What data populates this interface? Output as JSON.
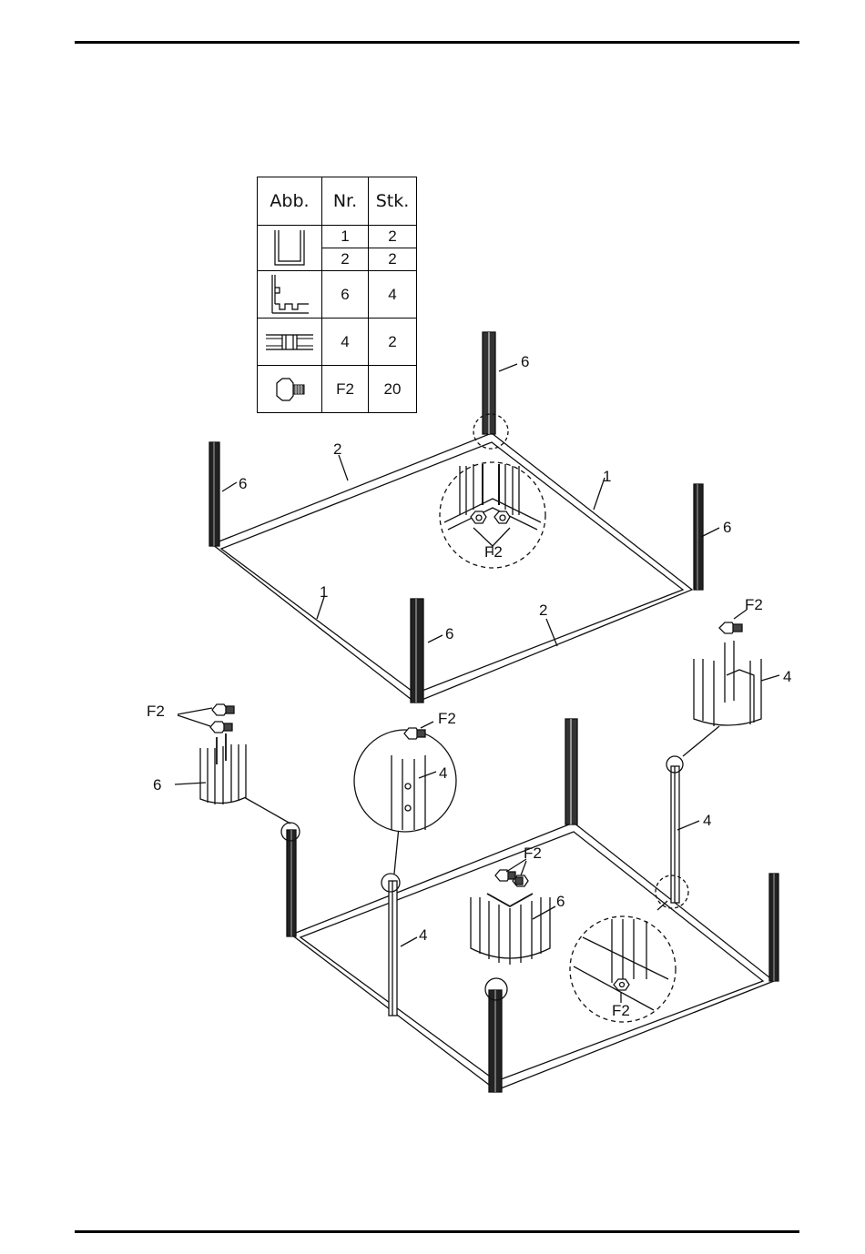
{
  "table": {
    "headers": [
      "Abb.",
      "Nr.",
      "Stk."
    ],
    "rows": [
      {
        "icon": "u-channel-profile-icon",
        "nr": "1",
        "stk": "2"
      },
      {
        "icon": "u-channel-profile-icon",
        "nr": "2",
        "stk": "2"
      },
      {
        "icon": "corner-post-profile-icon",
        "nr": "6",
        "stk": "4"
      },
      {
        "icon": "h-connector-profile-icon",
        "nr": "4",
        "stk": "2"
      },
      {
        "icon": "hex-bolt-icon",
        "nr": "F2",
        "stk": "20"
      }
    ]
  },
  "callouts": {
    "upper": {
      "post_back": "6",
      "post_left": "6",
      "post_right": "6",
      "post_front": "6",
      "beam_back_left": "2",
      "beam_back_right": "1",
      "beam_front_left": "1",
      "beam_front_right": "2",
      "detail_bolts": "F2"
    },
    "lower": {
      "bolt_right_detail": "F2",
      "part_right_detail": "4",
      "bolt_left_detail": "F2",
      "part_left_detail": "6",
      "bolt_center_detail": "F2",
      "part_center_detail": "4",
      "connector_right": "4",
      "corner_bolts": "F2",
      "corner_part": "6",
      "connector_left": "4",
      "bottom_detail_bolt": "F2"
    }
  }
}
